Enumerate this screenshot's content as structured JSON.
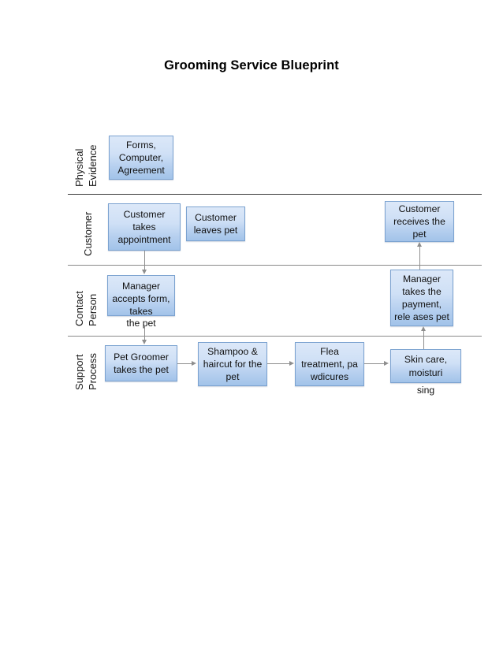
{
  "title": "Grooming Service Blueprint",
  "rows": [
    {
      "label": "Physical\nEvidence",
      "line1": "Physical",
      "line2": "Evidence"
    },
    {
      "label": "Customer",
      "line1": "Customer",
      "line2": ""
    },
    {
      "label": "Contact\nPerson",
      "line1": "Contact",
      "line2": "Person"
    },
    {
      "label": "Support\nProcess",
      "line1": "Support",
      "line2": "Process"
    }
  ],
  "boxes": {
    "physical_evidence": "Forms, Computer, Agreement",
    "customer_takes_appointment": "Customer takes appointment",
    "customer_leaves_pet": "Customer leaves pet",
    "customer_receives_pet": "Customer receives the pet",
    "manager_accepts_form": "Manager accepts form, takes",
    "manager_accepts_form_overflow": "the pet",
    "manager_takes_payment": "Manager takes the payment, rele ases pet",
    "pet_groomer_takes_pet": "Pet Groomer takes the pet",
    "shampoo_haircut": "Shampoo & haircut for the pet",
    "flea_treatment": "Flea treatment, pa wdicures",
    "skin_care": "Skin care, moisturi",
    "skin_care_overflow": "sing"
  },
  "colors": {
    "box_fill_top": "#dce8f8",
    "box_fill_bottom": "#a2c3e9",
    "box_border": "#7ba2d0",
    "divider": "#3a3a3a",
    "divider_light": "#8a8a8a",
    "arrow": "#8e8e8e",
    "text": "#111111",
    "title": "#000000"
  }
}
